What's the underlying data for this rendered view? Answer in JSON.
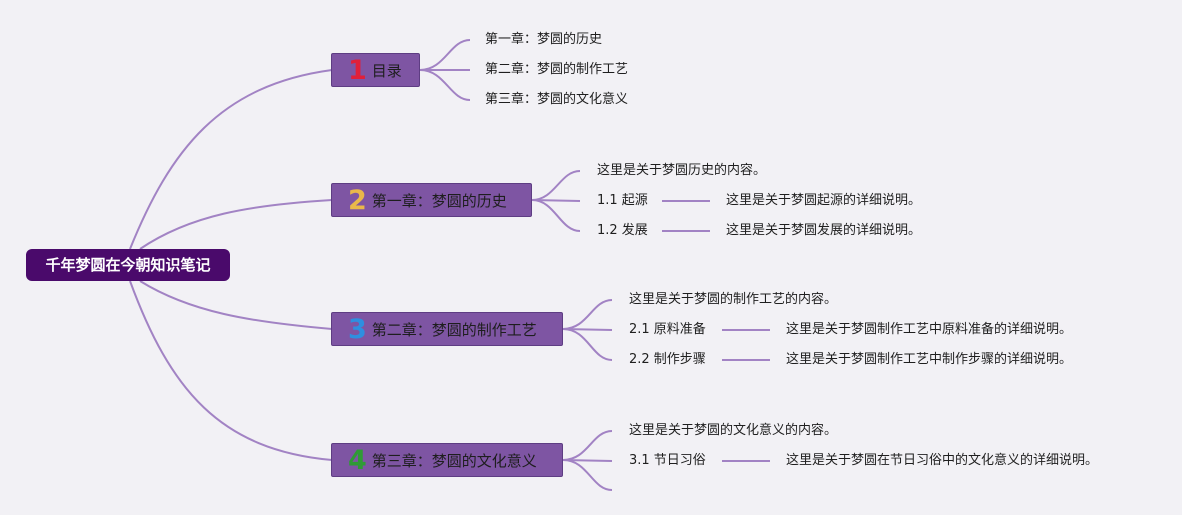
{
  "root": {
    "title": "千年梦圆在今朝知识笔记"
  },
  "chapters": [
    {
      "num": "1",
      "num_color": "#e0203a",
      "label": "目录",
      "items": [
        {
          "text": "第一章：梦圆的历史"
        },
        {
          "text": "第二章：梦圆的制作工艺"
        },
        {
          "text": "第三章：梦圆的文化意义"
        }
      ]
    },
    {
      "num": "2",
      "num_color": "#e9b84a",
      "label": "第一章：梦圆的历史",
      "items": [
        {
          "text": "这里是关于梦圆历史的内容。"
        },
        {
          "text": "1.1 起源",
          "detail": "这里是关于梦圆起源的详细说明。"
        },
        {
          "text": "1.2 发展",
          "detail": "这里是关于梦圆发展的详细说明。"
        }
      ]
    },
    {
      "num": "3",
      "num_color": "#2e8fe0",
      "label": "第二章：梦圆的制作工艺",
      "items": [
        {
          "text": "这里是关于梦圆的制作工艺的内容。"
        },
        {
          "text": "2.1 原料准备",
          "detail": "这里是关于梦圆制作工艺中原料准备的详细说明。"
        },
        {
          "text": "2.2 制作步骤",
          "detail": "这里是关于梦圆制作工艺中制作步骤的详细说明。"
        }
      ]
    },
    {
      "num": "4",
      "num_color": "#2f9b36",
      "label": "第三章：梦圆的文化意义",
      "items": [
        {
          "text": "这里是关于梦圆的文化意义的内容。"
        },
        {
          "text": "3.1 节日习俗",
          "detail": "这里是关于梦圆在节日习俗中的文化意义的详细说明。"
        },
        {
          "text": ""
        }
      ]
    }
  ],
  "colors": {
    "connector": "#a283c4",
    "root_fill": "#4a0a6b",
    "chapter_fill": "#7e55a3"
  }
}
